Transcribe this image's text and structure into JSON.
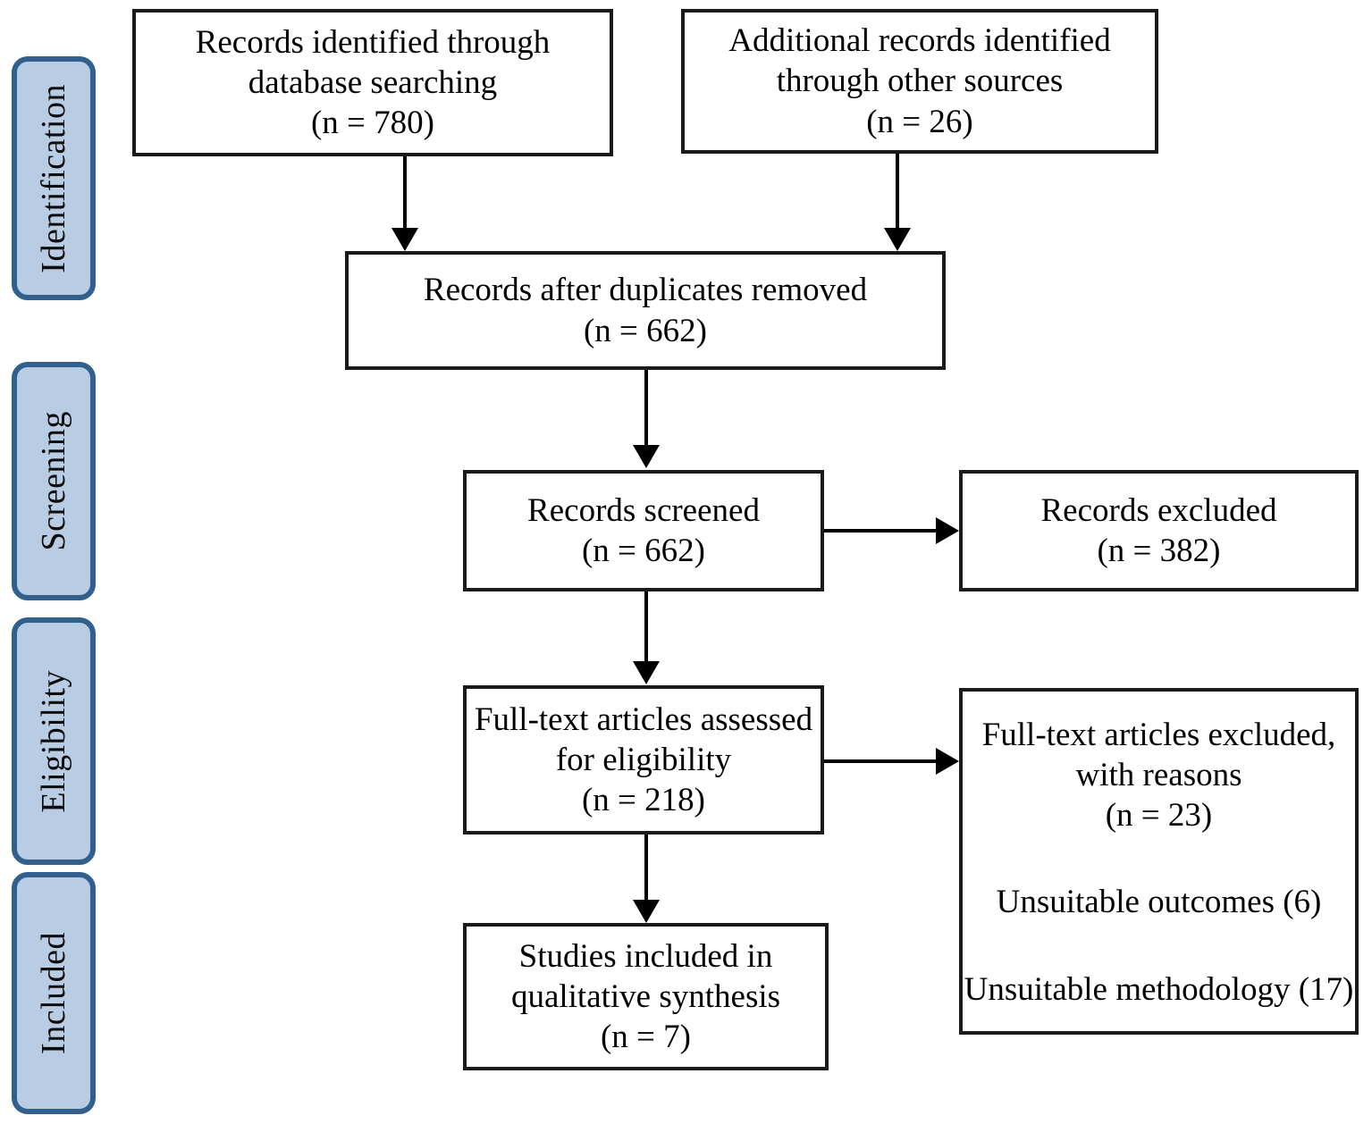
{
  "diagram": {
    "title": "PRISMA flow diagram",
    "colors": {
      "stage_fill": "#b8cce4",
      "stage_border": "#31608f",
      "box_border": "#1a1a1a",
      "text": "#000000",
      "background": "#ffffff"
    },
    "stages": [
      {
        "id": "identification",
        "label": "Identification"
      },
      {
        "id": "screening",
        "label": "Screening"
      },
      {
        "id": "eligibility",
        "label": "Eligibility"
      },
      {
        "id": "included",
        "label": "Included"
      }
    ],
    "boxes": {
      "database_records": {
        "line1": "Records identified through",
        "line2": "database searching",
        "count": "(n = 780)"
      },
      "other_records": {
        "line1": "Additional records identified",
        "line2": "through other sources",
        "count": "(n = 26)"
      },
      "duplicates_removed": {
        "line1": "Records after duplicates removed",
        "count": "(n = 662)"
      },
      "records_screened": {
        "line1": "Records screened",
        "count": "(n = 662)"
      },
      "records_excluded": {
        "line1": "Records excluded",
        "count": "(n = 382)"
      },
      "fulltext_assessed": {
        "line1": "Full-text articles assessed",
        "line2": "for eligibility",
        "count": "(n = 218)"
      },
      "fulltext_excluded": {
        "line1": "Full-text articles excluded,",
        "line2": "with reasons",
        "count": "(n = 23)",
        "reason1": "Unsuitable outcomes (6)",
        "reason2": "Unsuitable methodology (17)"
      },
      "studies_included": {
        "line1": "Studies included in",
        "line2": "qualitative synthesis",
        "count": "(n = 7)"
      }
    }
  }
}
